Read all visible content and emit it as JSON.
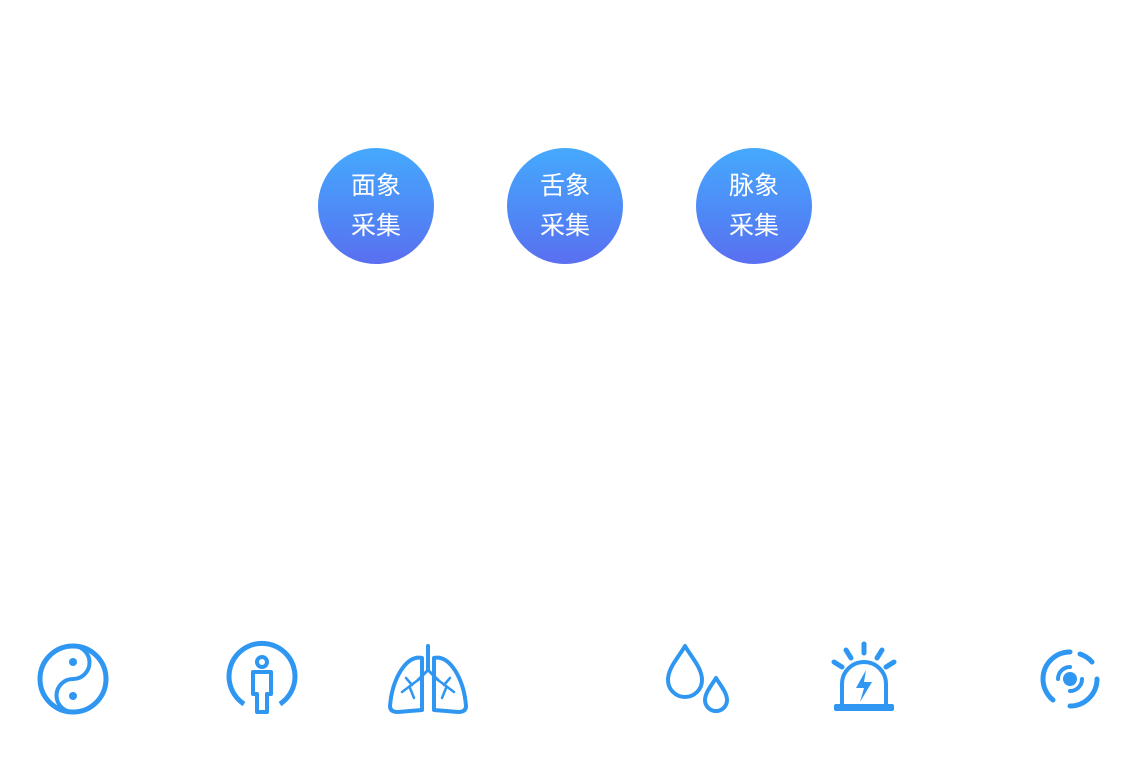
{
  "collection_buttons": {
    "face": {
      "line1": "面象",
      "line2": "采集"
    },
    "tongue": {
      "line1": "舌象",
      "line2": "采集"
    },
    "pulse": {
      "line1": "脉象",
      "line2": "采集"
    }
  },
  "icons": [
    "yin-yang-icon",
    "person-icon",
    "lungs-icon",
    "water-drops-icon",
    "alarm-siren-icon",
    "signal-target-icon"
  ],
  "colors": {
    "accent": "#2f97f2",
    "button_gradient_top": "#45a9fd",
    "button_gradient_bottom": "#5a6ff0",
    "button_text": "#ffffff"
  }
}
